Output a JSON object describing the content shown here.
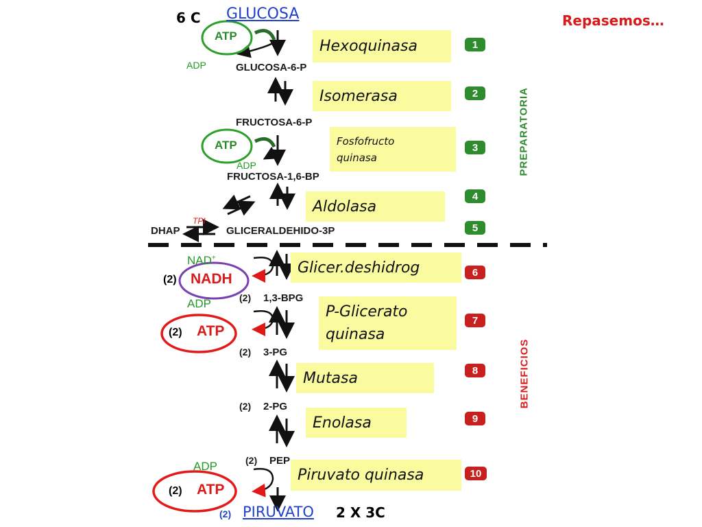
{
  "header": {
    "carbon_label": "6 C",
    "start_molecule": "GLUCOSA",
    "review_label": "Repasemos…"
  },
  "enzymes": [
    {
      "step": "1",
      "name": "Hexoquinasa"
    },
    {
      "step": "2",
      "name": "Isomerasa"
    },
    {
      "step": "3",
      "name": "Fosfofructo quinasa"
    },
    {
      "step": "4",
      "name": "Aldolasa"
    },
    {
      "step": "5",
      "name": ""
    },
    {
      "step": "6",
      "name": "Glicer.deshidrog"
    },
    {
      "step": "7",
      "name": "P-Glicerato quinasa"
    },
    {
      "step": "8",
      "name": "Mutasa"
    },
    {
      "step": "9",
      "name": "Enolasa"
    },
    {
      "step": "10",
      "name": "Piruvato quinasa"
    }
  ],
  "enzyme_text": {
    "hexoquinasa": "Hexoquinasa",
    "isomerasa": "Isomerasa",
    "fosfofructo_line1": "Fosfofructo",
    "fosfofructo_line2": "quinasa",
    "aldolasa": "Aldolasa",
    "glicer": "Glicer.deshidrog",
    "pglicerato_line1": "P-Glicerato",
    "pglicerato_line2": "quinasa",
    "mutasa": "Mutasa",
    "enolasa": "Enolasa",
    "piruvato": "Piruvato quinasa"
  },
  "metabolites": {
    "g6p": "GLUCOSA-6-P",
    "f6p": "FRUCTOSA-6-P",
    "f16bp": "FRUCTOSA-1,6-BP",
    "dhap": "DHAP",
    "g3p": "GLICERALDEHIDO-3P",
    "bpg_prefix": "(2)",
    "bpg": "1,3-BPG",
    "pg3_prefix": "(2)",
    "pg3": "3-PG",
    "pg2_prefix": "(2)",
    "pg2": "2-PG",
    "pep_prefix": "(2)",
    "pep": "PEP",
    "pyr_prefix": "(2)",
    "pyruvate": "PIRUVATO",
    "product_count": "2 X 3C"
  },
  "cofactors": {
    "atp1": "ATP",
    "adp1": "ADP",
    "atp2": "ATP",
    "adp2": "ADP",
    "tpi": "TPI",
    "nad": "NAD",
    "nad_sup": "+",
    "nadh_prefix": "(2)",
    "nadh": "NADH",
    "adp3": "ADP",
    "atp3_prefix": "(2)",
    "atp3": "ATP",
    "adp4": "ADP",
    "atp4_prefix": "(2)",
    "atp4": "ATP"
  },
  "phases": {
    "preparatory": "PREPARATORIA",
    "benefits": "BENEFICIOS"
  },
  "colors": {
    "enzyme_box": "#fafa9e",
    "step_green": "#2e8b2e",
    "step_red": "#c8201e",
    "atp_ring_green": "#2aa02a",
    "nadh_ring_purple": "#7a3fb0",
    "atp_ring_red": "#e21a1a",
    "link_blue": "#1f3fcf"
  }
}
